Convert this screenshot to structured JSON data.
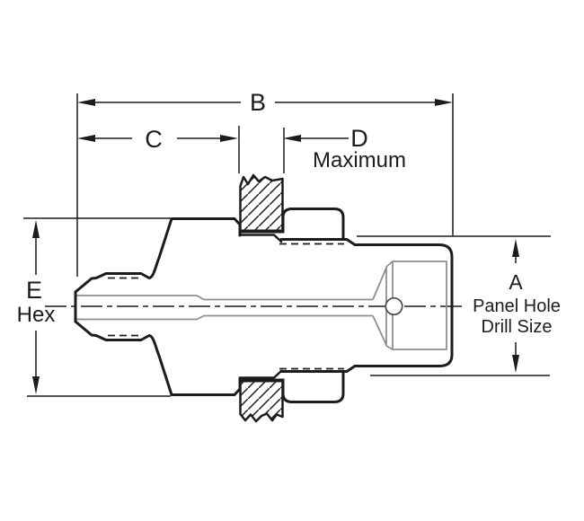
{
  "diagram": {
    "title": "panel-mount-fitting-cross-section",
    "background": "#ffffff",
    "line_color": "#1c1c1c",
    "internal_line_color": "#8f8f8f",
    "dimensions": {
      "b": {
        "label": "B"
      },
      "c": {
        "label": "C"
      },
      "d": {
        "label": "D",
        "qualifier": "Maximum"
      },
      "e": {
        "label": "E",
        "qualifier": "Hex"
      },
      "a": {
        "label": "A",
        "qualifier_line1": "Panel Hole",
        "qualifier_line2": "Drill Size"
      }
    }
  }
}
